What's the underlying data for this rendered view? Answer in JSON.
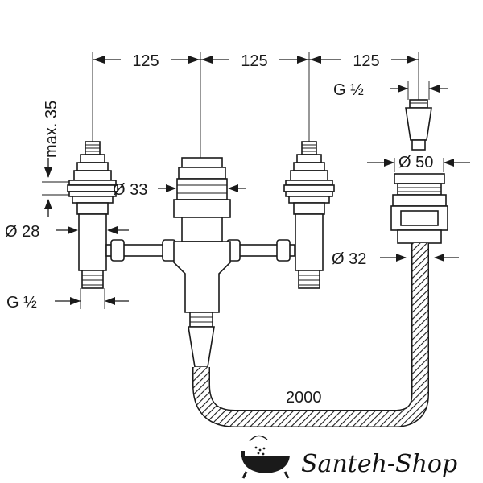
{
  "dimensions": {
    "spacing_1": "125",
    "spacing_2": "125",
    "spacing_3": "125",
    "max_height": "max. 35",
    "thread_top": "G ½",
    "thread_bottom": "G ½",
    "dia_stem": "Ø 33",
    "dia_valve": "Ø 28",
    "dia_diverter": "Ø 50",
    "dia_hose": "Ø 32",
    "hose_length": "2000"
  },
  "brand": {
    "name": "Santeh-Shop",
    "logo_icon": "bathtub-shower-icon"
  },
  "colors": {
    "ink": "#1a1a1a",
    "background": "#ffffff"
  }
}
